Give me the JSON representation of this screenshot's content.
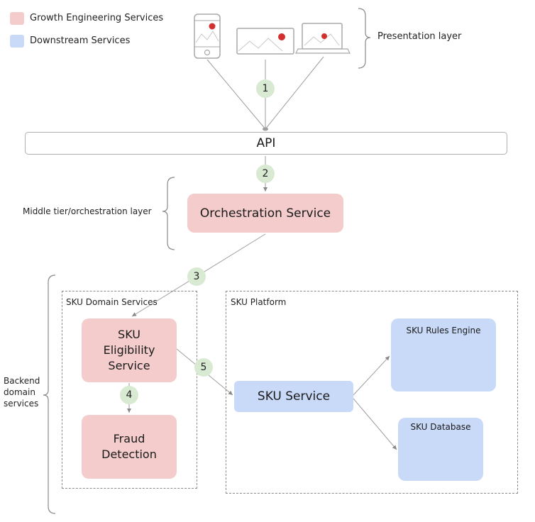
{
  "legend": {
    "growth": {
      "label": "Growth Engineering Services",
      "color": "#f4cccc"
    },
    "downstream": {
      "label": "Downstream Services",
      "color": "#c9daf8"
    }
  },
  "layers": {
    "presentation": "Presentation layer",
    "middle": "Middle tier/orchestration layer",
    "backend_line1": "Backend",
    "backend_line2": "domain",
    "backend_line3": "services"
  },
  "api": {
    "label": "API"
  },
  "orchestration": {
    "label": "Orchestration Service"
  },
  "groups": {
    "sku_domain": "SKU Domain Services",
    "sku_platform": "SKU Platform"
  },
  "nodes": {
    "eligibility_line1": "SKU",
    "eligibility_line2": "Eligibility",
    "eligibility_line3": "Service",
    "fraud_line1": "Fraud",
    "fraud_line2": "Detection",
    "sku_service": "SKU Service",
    "rules_engine": "SKU Rules Engine",
    "database": "SKU Database"
  },
  "steps": [
    "1",
    "2",
    "3",
    "4",
    "5"
  ],
  "icons": {
    "devices": [
      "phone-icon",
      "tv-icon",
      "laptop-icon"
    ],
    "rules_engine": "gear-icon",
    "database": "database-icon"
  },
  "colors": {
    "accent_red": "#d32f2f",
    "step_green": "#d9ead3",
    "line": "#9e9e9e"
  }
}
